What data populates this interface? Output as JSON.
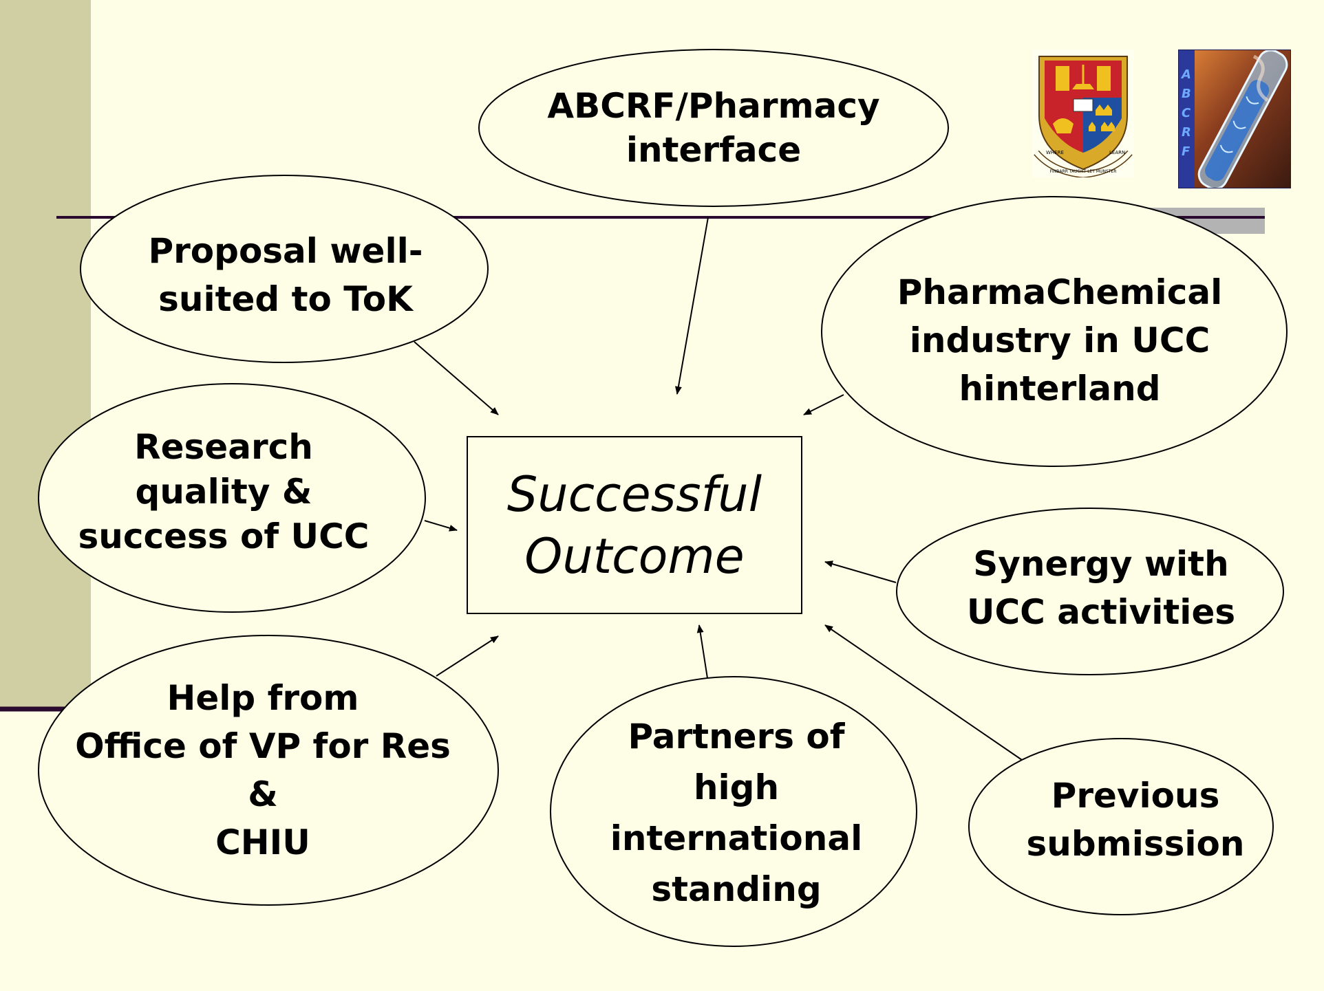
{
  "slide": {
    "background_color": "#fefee6",
    "sidebar_color": "#cfcfa3",
    "rule_color": "#2a0a2e",
    "rule_accent_color": "#b3b3b3"
  },
  "center": {
    "text": "Successful\nOutcome"
  },
  "factors": [
    {
      "id": "abcrf",
      "text": "ABCRF/Pharmacy\ninterface"
    },
    {
      "id": "proposal",
      "text": "Proposal well-\nsuited to ToK"
    },
    {
      "id": "pharmachem",
      "text": "PharmaChemical\nindustry in UCC\nhinterland"
    },
    {
      "id": "research",
      "text": "Research\nquality &\nsuccess of UCC"
    },
    {
      "id": "synergy",
      "text": "Synergy with\nUCC activities"
    },
    {
      "id": "help",
      "text": "Help from\nOffice of VP for Res\n&\nCHIU"
    },
    {
      "id": "partners",
      "text": "Partners of\nhigh\ninternational\nstanding"
    },
    {
      "id": "previous",
      "text": "Previous\nsubmission"
    }
  ],
  "logos": {
    "crest": {
      "icon": "ucc-crest-icon",
      "motto_left": "WHERE",
      "motto_right": "LEARN",
      "motto_bottom": "FINBARR TAUGHT LET MUNSTER"
    },
    "abcrf": {
      "icon": "abcrf-test-tube-icon",
      "letters": [
        "A",
        "B",
        "C",
        "R",
        "F"
      ]
    }
  }
}
